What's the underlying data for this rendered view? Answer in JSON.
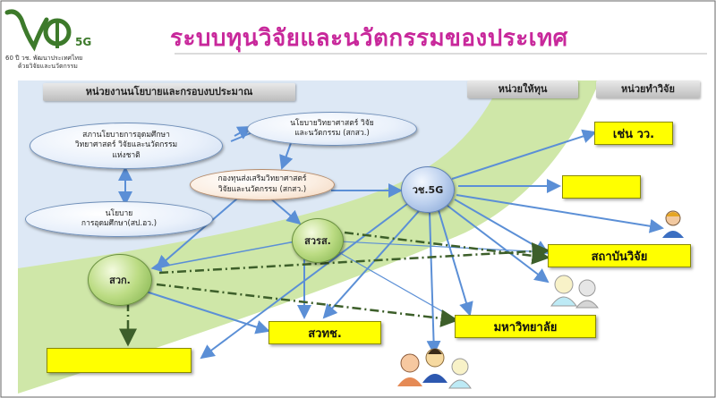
{
  "title": "ระบบทุนวิจัยและนวัตกรรมของประเทศ",
  "logo": {
    "mark": "วช",
    "badge": "5G",
    "tagline_line1": "60 ปี วช. พัฒนาประเทศไทย",
    "tagline_line2": "ด้วยวิจัยและนวัตกรรม"
  },
  "headers": {
    "policy": "หน่วยงานนโยบายและกรอบงบประมาณ",
    "funding": "หน่วยให้ทุน",
    "research": "หน่วยทำวิจัย"
  },
  "ovals": {
    "council": "สภานโยบายการอุดมศึกษา\nวิทยาศาสตร์ วิจัยและนวัตกรรม\nแห่งชาติ",
    "policy_sci": "นโยบายวิทยาศาสตร์ วิจัย\nและนวัตกรรม (สกสว.)",
    "fund": "กองทุนส่งเสริมวิทยาศาสตร์\nวิจัยและนวัตกรรม (สกสว.)",
    "higher_ed": "นโยบาย\nการอุดมศึกษา(สป.อว.)"
  },
  "nodes": {
    "nrct": "วช.5G",
    "hsri": "สวรส.",
    "sakor": "สวก."
  },
  "boxes": {
    "e_g": "เช่น วว.",
    "blank_top": "",
    "institute": "สถาบันวิจัย",
    "university": "มหาวิทยาลัย",
    "hospital": "สวทช.",
    "blank_bottom": ""
  },
  "colors": {
    "title": "#c8289b",
    "arrow_blue": "#5b8fd6",
    "dashed": "#3d5f2a",
    "box_yellow": "#ffff00",
    "band_green": "#cfe7a8",
    "band_blue": "#dde8f5"
  }
}
